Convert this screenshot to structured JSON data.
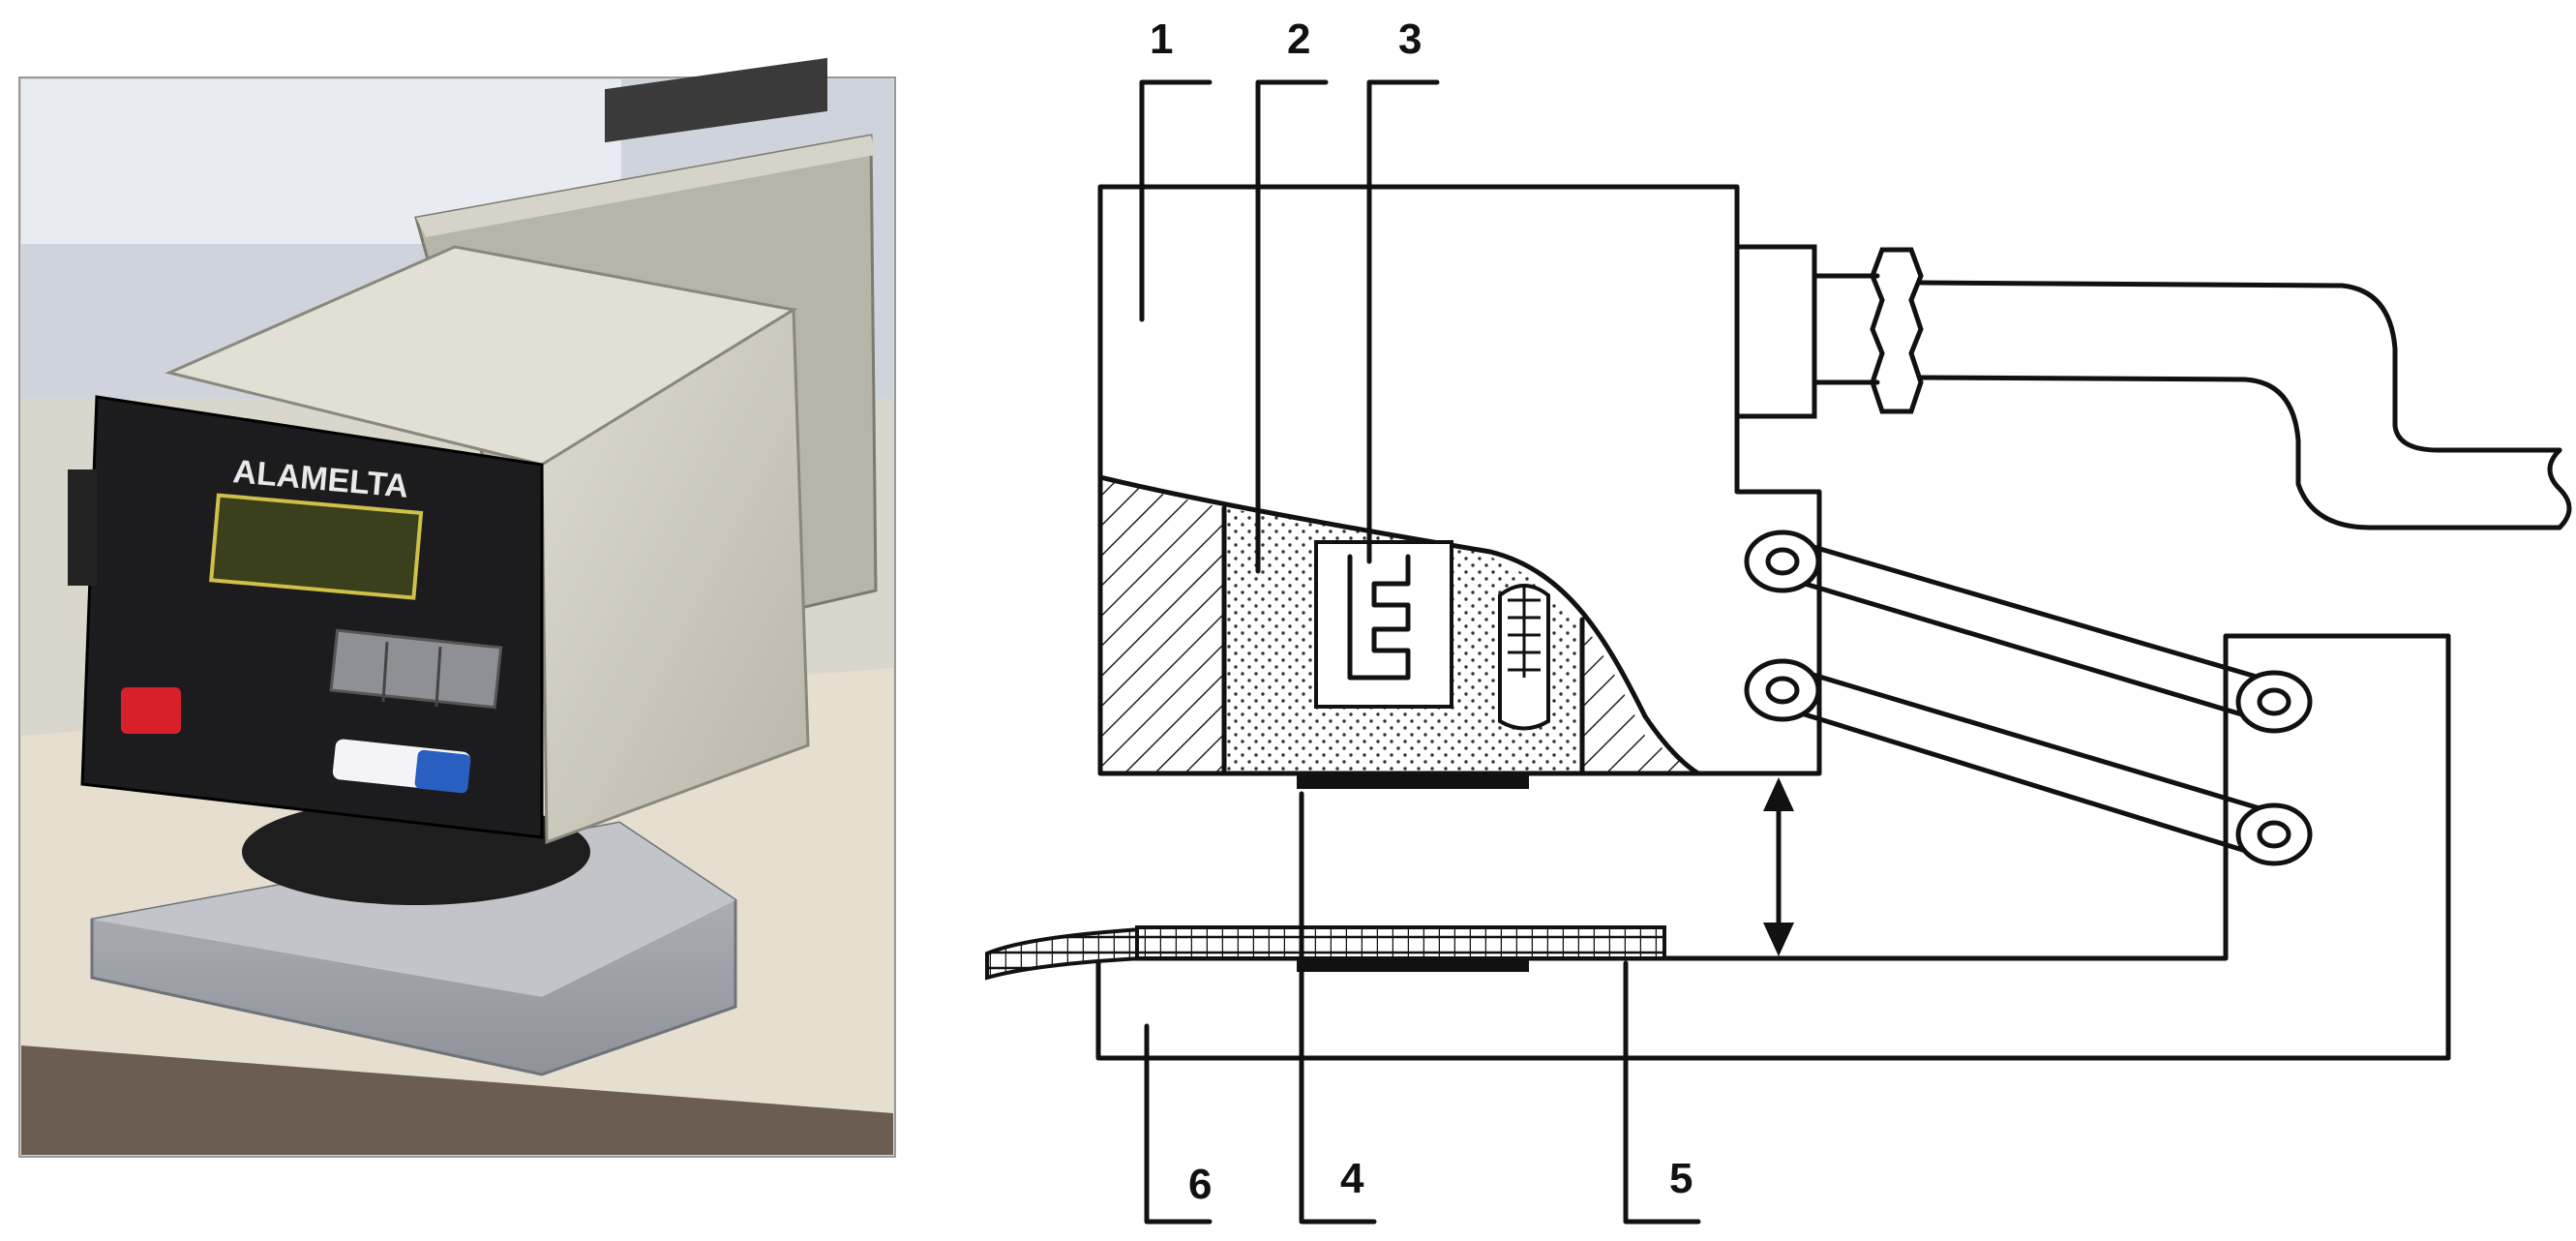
{
  "photo": {
    "brand_text": "ALAMELTA"
  },
  "diagram": {
    "labels": {
      "l1": "1",
      "l2": "2",
      "l3": "3",
      "l4": "4",
      "l5": "5",
      "l6": "6"
    }
  },
  "colors": {
    "line": "#111111",
    "background": "#ffffff",
    "device_body": "#c9c5b8",
    "device_panel": "#1c1c1e",
    "display": "#3a3f1c",
    "red_button": "#d8202a",
    "blue_button": "#2a5fc2"
  }
}
